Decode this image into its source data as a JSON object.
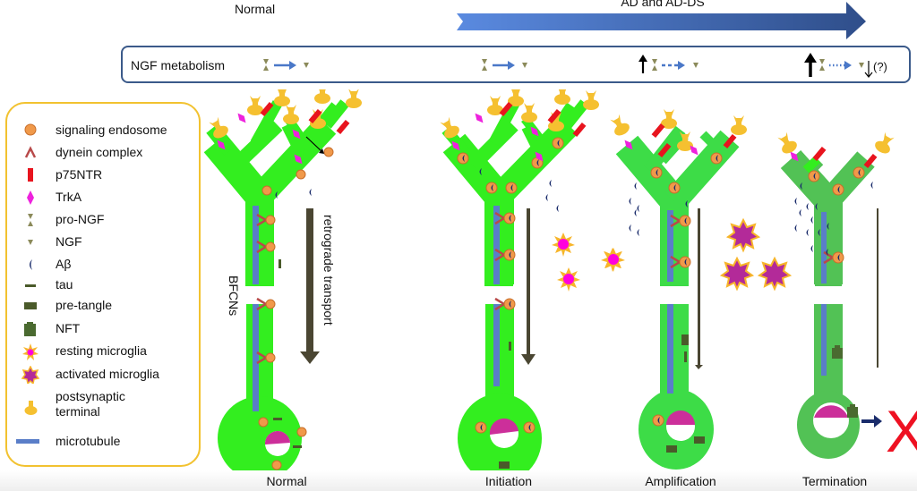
{
  "header": {
    "normal_label": "Normal",
    "disease_label": "AD and AD-DS"
  },
  "ngf_metabolism": {
    "label": "NGF metabolism",
    "stages": [
      {
        "stage": "Normal",
        "proNGF_change": "none",
        "conversion": "solid-arrow",
        "ngf_change": "none"
      },
      {
        "stage": "Initiation",
        "proNGF_change": "none",
        "conversion": "solid-arrow",
        "ngf_change": "none"
      },
      {
        "stage": "Amplification",
        "proNGF_change": "increase",
        "conversion": "dashed-arrow",
        "ngf_change": "none"
      },
      {
        "stage": "Termination",
        "proNGF_change": "strong-increase",
        "conversion": "dotted-arrow",
        "ngf_change": "decrease",
        "uncertain_mark": "(?)"
      }
    ]
  },
  "legend": {
    "items": [
      {
        "icon": "signaling-endosome-icon",
        "label": "signaling endosome"
      },
      {
        "icon": "dynein-complex-icon",
        "label": "dynein complex"
      },
      {
        "icon": "p75ntr-icon",
        "label": "p75NTR"
      },
      {
        "icon": "trka-icon",
        "label": "TrkA"
      },
      {
        "icon": "pro-ngf-icon",
        "label": "pro-NGF"
      },
      {
        "icon": "ngf-icon",
        "label": "NGF"
      },
      {
        "icon": "amyloid-beta-icon",
        "label": "Aβ"
      },
      {
        "icon": "tau-icon",
        "label": "tau"
      },
      {
        "icon": "pre-tangle-icon",
        "label": "pre-tangle"
      },
      {
        "icon": "nft-icon",
        "label": "NFT"
      },
      {
        "icon": "resting-microglia-icon",
        "label": "resting microglia"
      },
      {
        "icon": "activated-microglia-icon",
        "label": "activated microglia"
      },
      {
        "icon": "postsynaptic-terminal-icon",
        "label": "postsynaptic\nterminal"
      },
      {
        "icon": "microtubule-icon",
        "label": "microtubule"
      }
    ]
  },
  "annotations": {
    "cell_type": "BFCNs",
    "transport": "retrograde transport",
    "uncertain": "(?)",
    "death_mark": "X"
  },
  "stages": [
    {
      "label": "Normal"
    },
    {
      "label": "Initiation"
    },
    {
      "label": "Amplification"
    },
    {
      "label": "Termination"
    }
  ],
  "colors": {
    "neuron_healthy": "#33ee1f",
    "neuron_stressed": "#3ddc47",
    "neuron_late": "#52c255",
    "endosome": "#f0994a",
    "dynein": "#b84a4a",
    "p75ntr": "#e8141e",
    "trka": "#ee22dd",
    "ngf": "#8b8a5a",
    "amyloid": "#1a2c6b",
    "tau": "#4a5a2a",
    "microglia_resting_center": "#ff00dd",
    "microglia_activated": "#b32a99",
    "microglia_border": "#f7b52a",
    "postsynaptic": "#f5c030",
    "microtubule": "#5a7ec8",
    "transport_arrow": "#4a4632",
    "nucleus": "#cc2f9a",
    "death_x": "#ee1122",
    "ad_arrow_start": "#5a8ae0",
    "ad_arrow_end": "#2f4e8a",
    "legend_border": "#f2c230",
    "ngf_box_border": "#3b5a8a"
  }
}
